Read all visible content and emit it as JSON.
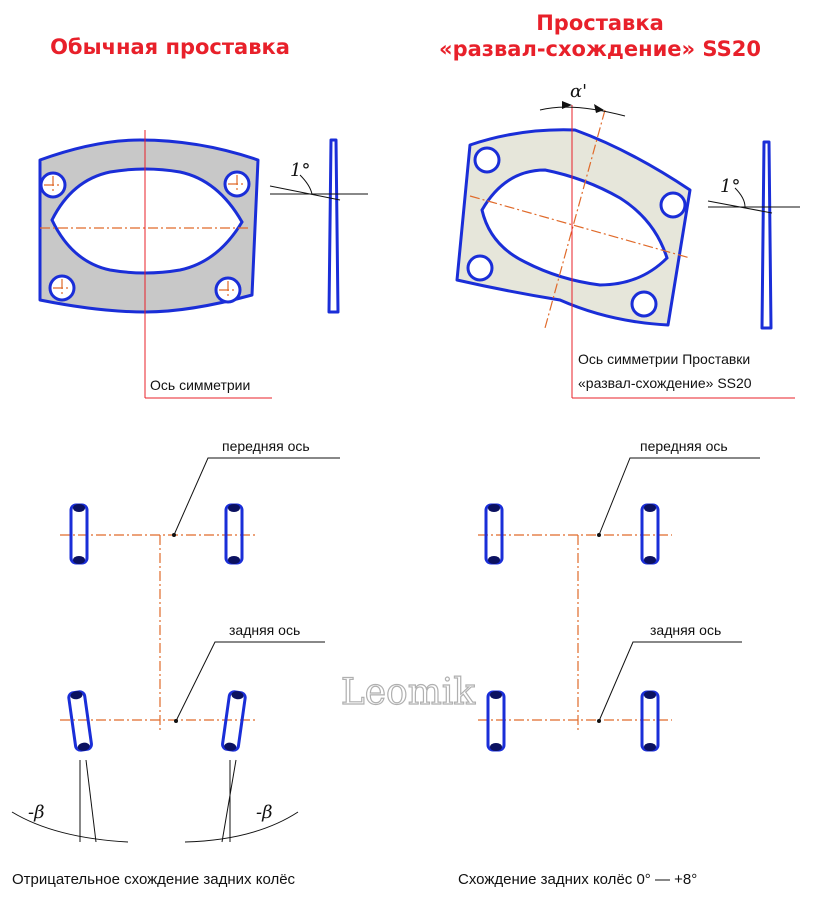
{
  "titles": {
    "left": "Обычная проставка",
    "right_line1": "Проставка",
    "right_line2": "«развал-схождение» SS20"
  },
  "spacer_labels": {
    "left_axis": "Ось симметрии",
    "right_axis_line1": "Ось симметрии Проставки",
    "right_axis_line2": "«развал-схождение» SS20"
  },
  "angles": {
    "one_degree": "1°",
    "alpha": "α'",
    "beta": "-β"
  },
  "axle_labels": {
    "front": "передняя ось",
    "rear": "задняя ось"
  },
  "captions": {
    "left": "Отрицательное схождение задних колёс",
    "right": "Схождение задних колёс 0° — +8°"
  },
  "watermark": "Leomik",
  "colors": {
    "title_red": "#e8202a",
    "outline_blue": "#1a2ed8",
    "plate_left": "#c8c8c8",
    "plate_right": "#e6e6da",
    "axis_orange": "#e06a2a"
  }
}
